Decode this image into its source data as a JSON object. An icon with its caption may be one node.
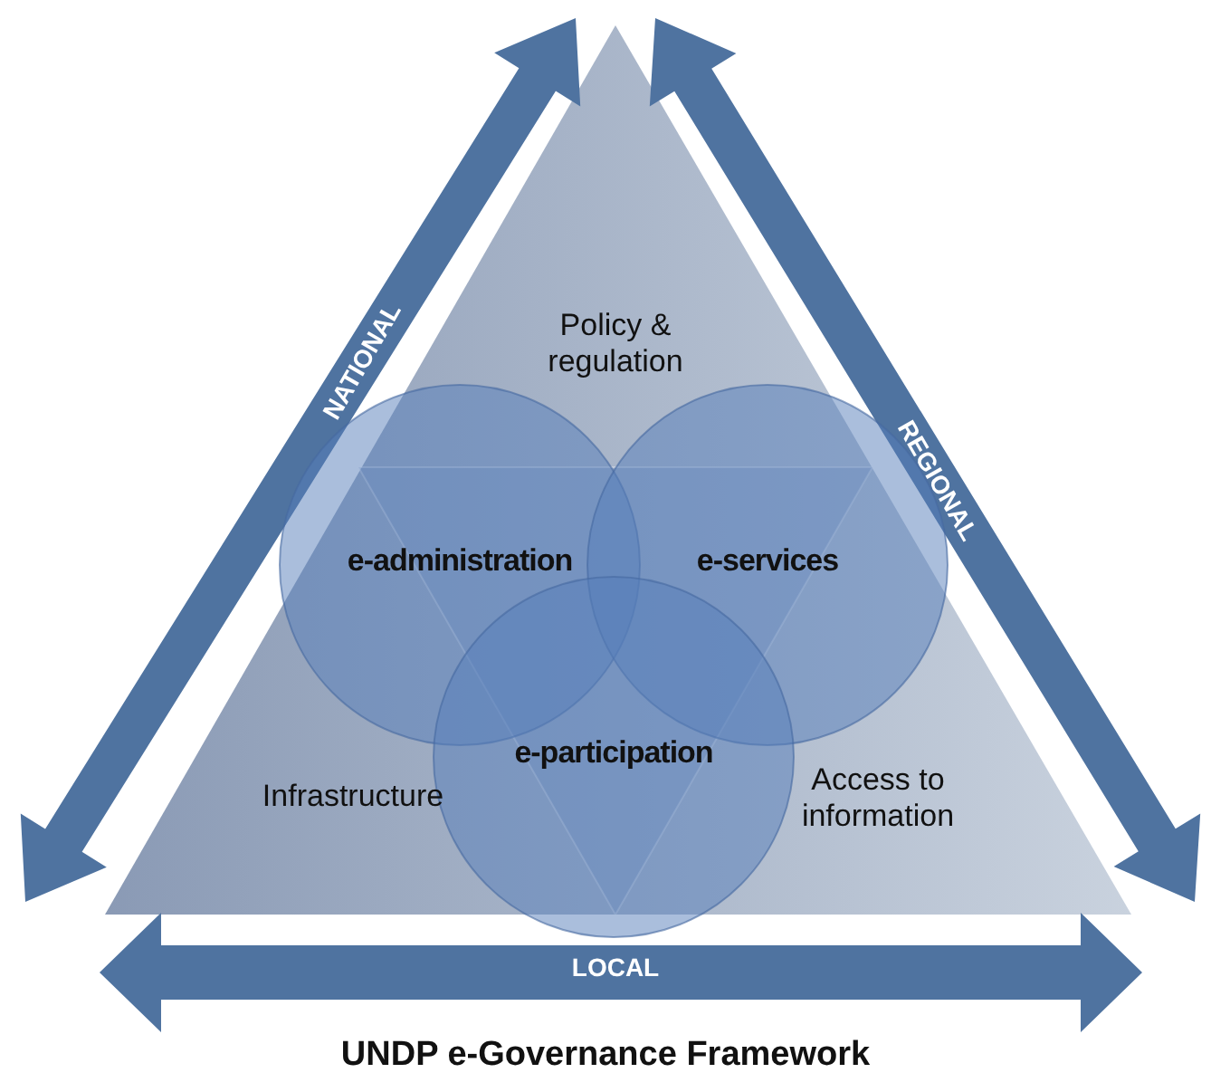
{
  "diagram": {
    "caption": "UNDP e-Governance Framework",
    "nodes": [
      {
        "text": [
          "e-administration"
        ]
      },
      {
        "text": [
          "e-services"
        ]
      },
      {
        "text": [
          "e-participation"
        ]
      }
    ],
    "labels": [
      "Policy & regulation",
      "NATIONAL",
      "REGIONAL",
      "Infrastructure",
      "Access to information",
      "LOCAL"
    ]
  }
}
